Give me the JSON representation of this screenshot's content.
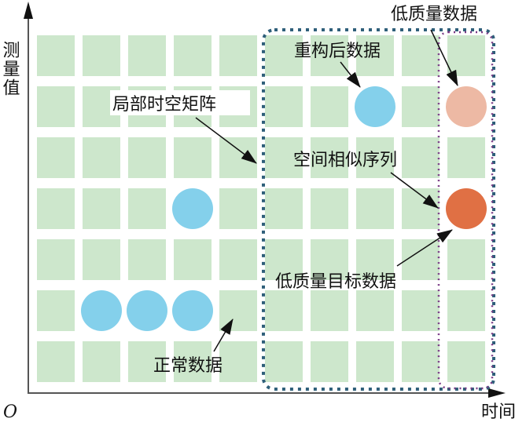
{
  "axes": {
    "y_label": "测量值",
    "x_label": "时间",
    "origin": "O"
  },
  "grid": {
    "rows": 7,
    "cols": 10,
    "cells": [
      [
        "g",
        "g",
        "g",
        "g",
        "g",
        "g",
        "g",
        "g",
        "g",
        "g"
      ],
      [
        "g",
        "g",
        "g",
        "g",
        "g",
        "g",
        "g",
        "b",
        "g",
        "p"
      ],
      [
        "g",
        "g",
        "g",
        "g",
        "g",
        "g",
        "g",
        "g",
        "g",
        "g"
      ],
      [
        "g",
        "g",
        "g",
        "b",
        "g",
        "g",
        "g",
        "g",
        "g",
        "o"
      ],
      [
        "g",
        "g",
        "g",
        "g",
        "g",
        "g",
        "g",
        "g",
        "g",
        "g"
      ],
      [
        "g",
        "b",
        "b",
        "b",
        "g",
        "g",
        "g",
        "g",
        "g",
        "g"
      ],
      [
        "g",
        "g",
        "g",
        "g",
        "g",
        "g",
        "g",
        "g",
        "g",
        "g"
      ]
    ]
  },
  "colors": {
    "g": "#cde7cc",
    "b": "#84d0eb",
    "p": "#edb9a4",
    "o": "#e07044",
    "box_blue": "#2f5f7a",
    "box_purple": "#7a3a86"
  },
  "labels": {
    "local_matrix": "局部时空矩阵",
    "reconstructed": "重构后数据",
    "low_quality": "低质量数据",
    "spatial_similar": "空间相似序列",
    "low_quality_target": "低质量目标数据",
    "normal": "正常数据"
  }
}
